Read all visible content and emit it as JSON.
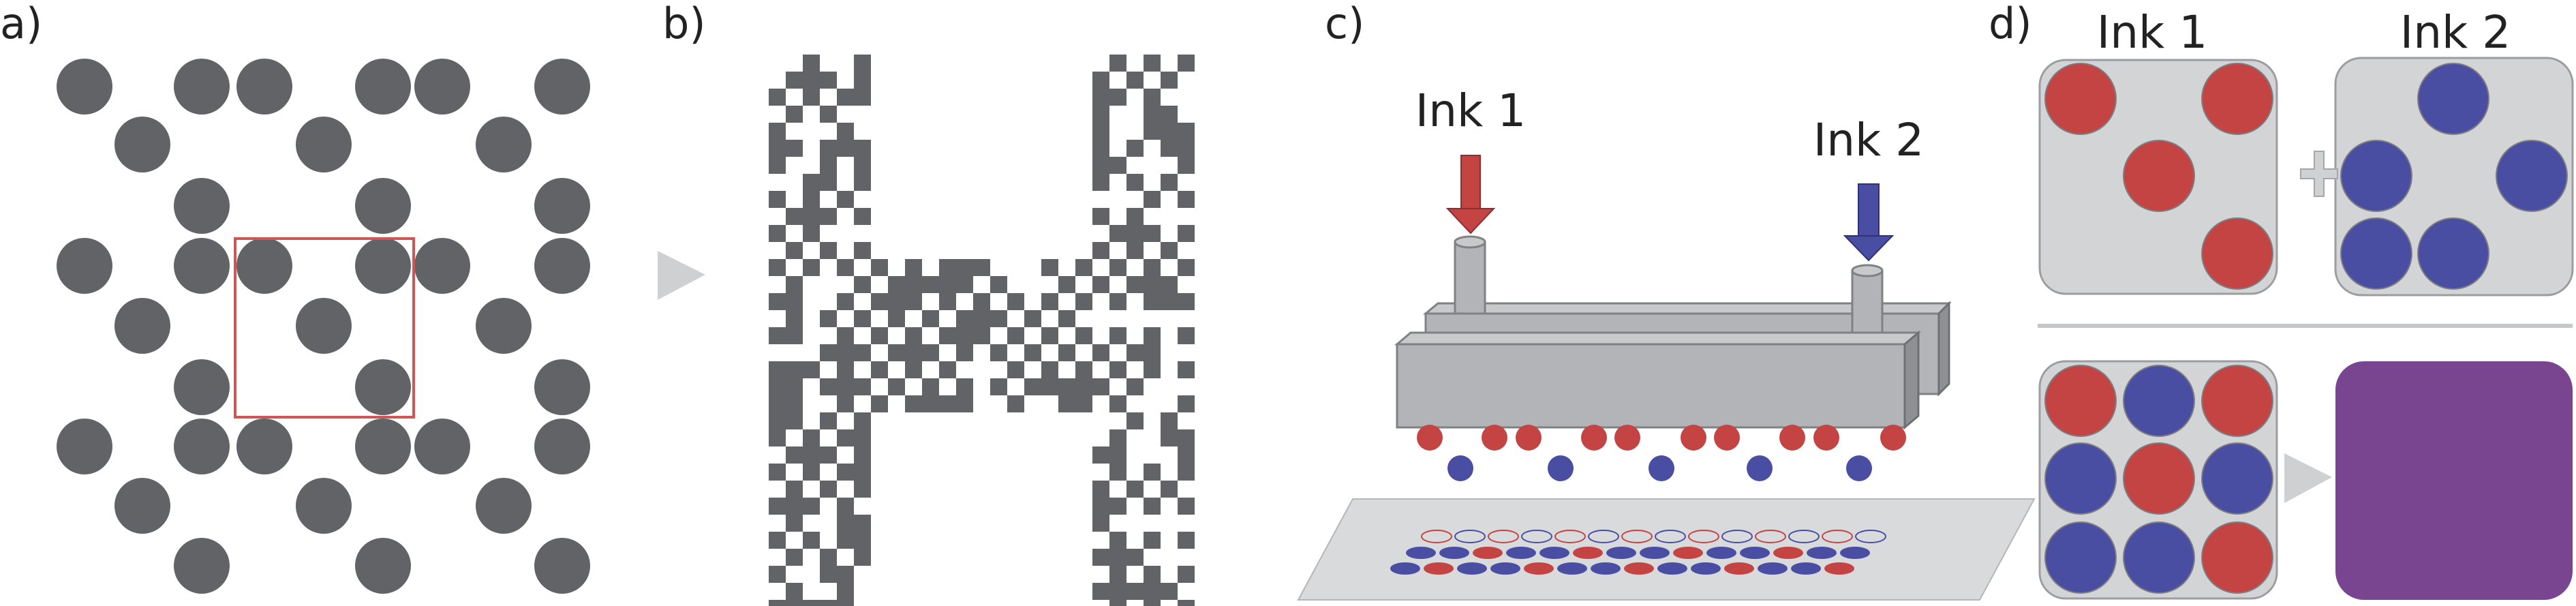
{
  "panels": {
    "a": {
      "label": "a)"
    },
    "b": {
      "label": "b)"
    },
    "c": {
      "label": "c)",
      "ink1_label": "Ink 1",
      "ink2_label": "Ink 2"
    },
    "d": {
      "label": "d)",
      "ink1_label": "Ink 1",
      "ink2_label": "Ink 2"
    }
  },
  "colors": {
    "dot": "#616366",
    "pixel": "#616366",
    "highlight_box": "#d05555",
    "ink1": "#c44444",
    "ink2": "#4a4ea3",
    "mixed": "#7a4590",
    "tile_bg": "#d3d4d6",
    "tile_border": "#9c9da0",
    "arrow": "#cfd0d2",
    "head_front": "#b2b4b7",
    "head_top": "#c8c9cb",
    "head_side": "#8e9093",
    "substrate": "#d9dadc"
  },
  "panel_d": {
    "ink1_tile": [
      "ink1",
      "ink1",
      "ink1",
      "ink1"
    ],
    "ink2_tile": [
      "ink2",
      "ink2",
      "ink2",
      "ink2",
      "ink2"
    ],
    "combined_grid": [
      [
        "ink1",
        "ink2",
        "ink1"
      ],
      [
        "ink2",
        "ink1",
        "ink2"
      ],
      [
        "ink2",
        "ink2",
        "ink1"
      ]
    ]
  }
}
